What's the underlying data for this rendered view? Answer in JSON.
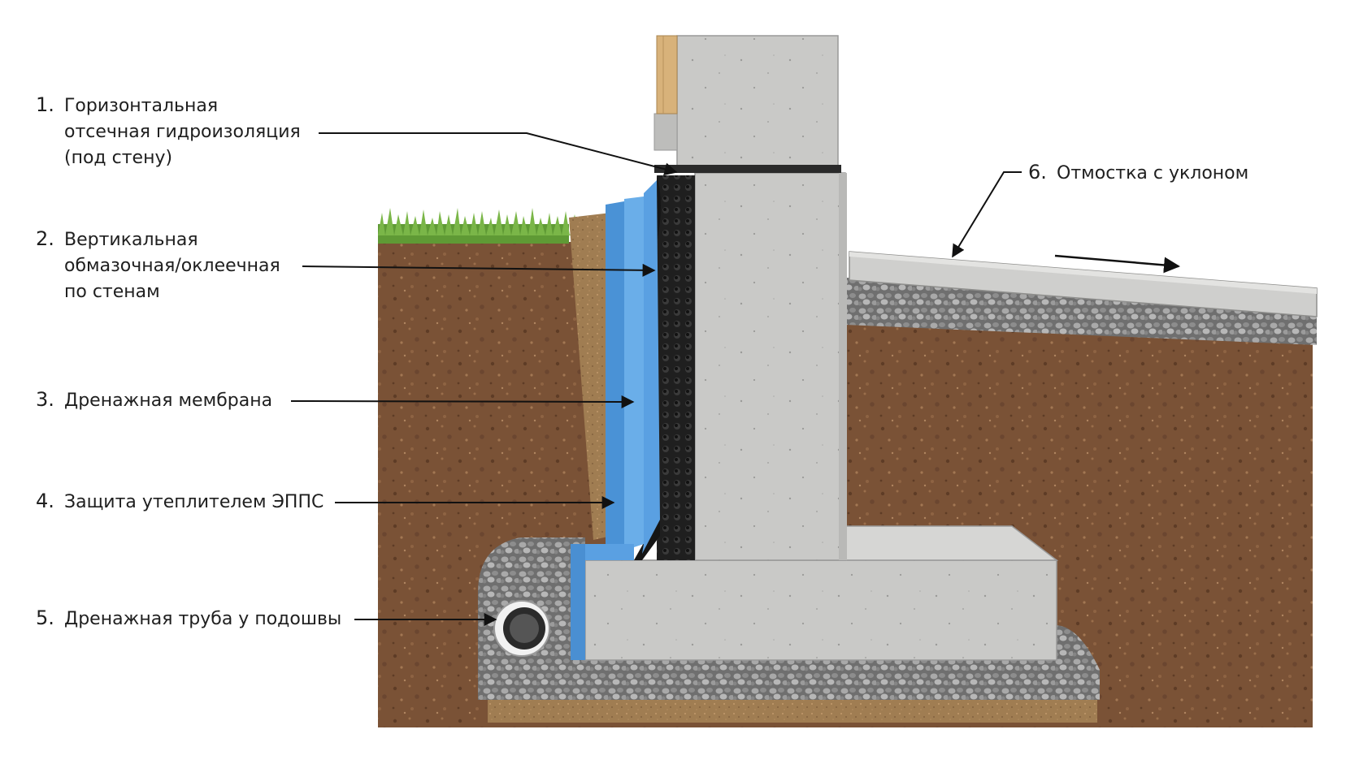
{
  "colors": {
    "soil": "#7a5236",
    "soil_dark": "#5e3c26",
    "soil_light": "#9a6e4b",
    "concrete": "#c9c9c7",
    "concrete_dark": "#a9a9a7",
    "gravel": "#8e8e8e",
    "epps": "#5aa0e2",
    "membrane": "#1d1d1d",
    "grass": "#5f9a35",
    "sand": "#a07d52",
    "wood": "#d8b27a",
    "text": "#1f1f1f"
  },
  "labels": [
    {
      "num": "1.",
      "lines": [
        "Горизонтальная",
        "отсечная гидроизоляция",
        "(под стену)"
      ]
    },
    {
      "num": "2.",
      "lines": [
        "Вертикальная",
        "обмазочная/оклеечная",
        "по стенам"
      ]
    },
    {
      "num": "3.",
      "lines": [
        "Дренажная мембрана"
      ]
    },
    {
      "num": "4.",
      "lines": [
        "Защита утеплителем ЭППС"
      ]
    },
    {
      "num": "5.",
      "lines": [
        "Дренажная труба у подошвы"
      ]
    },
    {
      "num": "6.",
      "lines": [
        "Отмостка с уклоном"
      ]
    }
  ],
  "icons": {
    "grass": "grass-icon",
    "drain_pipe": "drain-pipe-icon",
    "slope_arrow": "slope-arrow-icon"
  }
}
